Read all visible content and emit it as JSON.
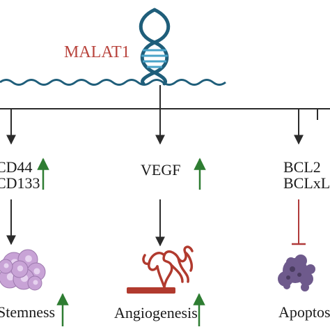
{
  "gene": {
    "name": "MALAT1",
    "color": "#b8433c"
  },
  "colors": {
    "line": "#2b2b2b",
    "dna": "#1f5e7a",
    "dna_rung": "#4aa3c8",
    "up_arrow": "#2e7d32",
    "inhibit": "#b03a3a",
    "cell_pink": "#c8a3d6",
    "cell_purple": "#6e5a8c",
    "vessel": "#b13a2e"
  },
  "branches": [
    {
      "markers": [
        "CD44",
        "CD133"
      ],
      "regulation": "up",
      "outcome": "Stemness",
      "outcome_regulation": "up",
      "outcome_icon": "stem-cell-cluster-icon",
      "link": "activate"
    },
    {
      "markers": [
        "VEGF"
      ],
      "regulation": "up",
      "outcome": "Angiogenesis",
      "outcome_regulation": "up",
      "outcome_icon": "blood-vessel-icon",
      "link": "activate"
    },
    {
      "markers": [
        "BCL2",
        "BCLxL"
      ],
      "regulation": "none",
      "outcome": "Apoptosis",
      "outcome_regulation": "none",
      "outcome_icon": "apoptotic-cell-icon",
      "link": "inhibit"
    }
  ]
}
